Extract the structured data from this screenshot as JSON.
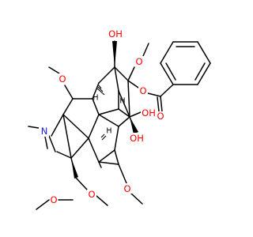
{
  "image": {
    "kind": "skeletal-structure",
    "background": "#ffffff",
    "bond_color": "#000000",
    "atom_colors": {
      "O": "#ff0000",
      "N": "#1a1aff",
      "H": "#000000"
    }
  },
  "atom_labels": {
    "oh_top": "OH",
    "ome_top": "O",
    "ester_o": "O",
    "carbonyl_o": "O",
    "ome_left": "O",
    "n_amine": "N",
    "oh_mid": "OH",
    "oh_low": "OH",
    "ome_low": "O",
    "ome_side": "O",
    "ome_side_me": "O",
    "h1": "H",
    "h2": "H",
    "h3": "H"
  }
}
